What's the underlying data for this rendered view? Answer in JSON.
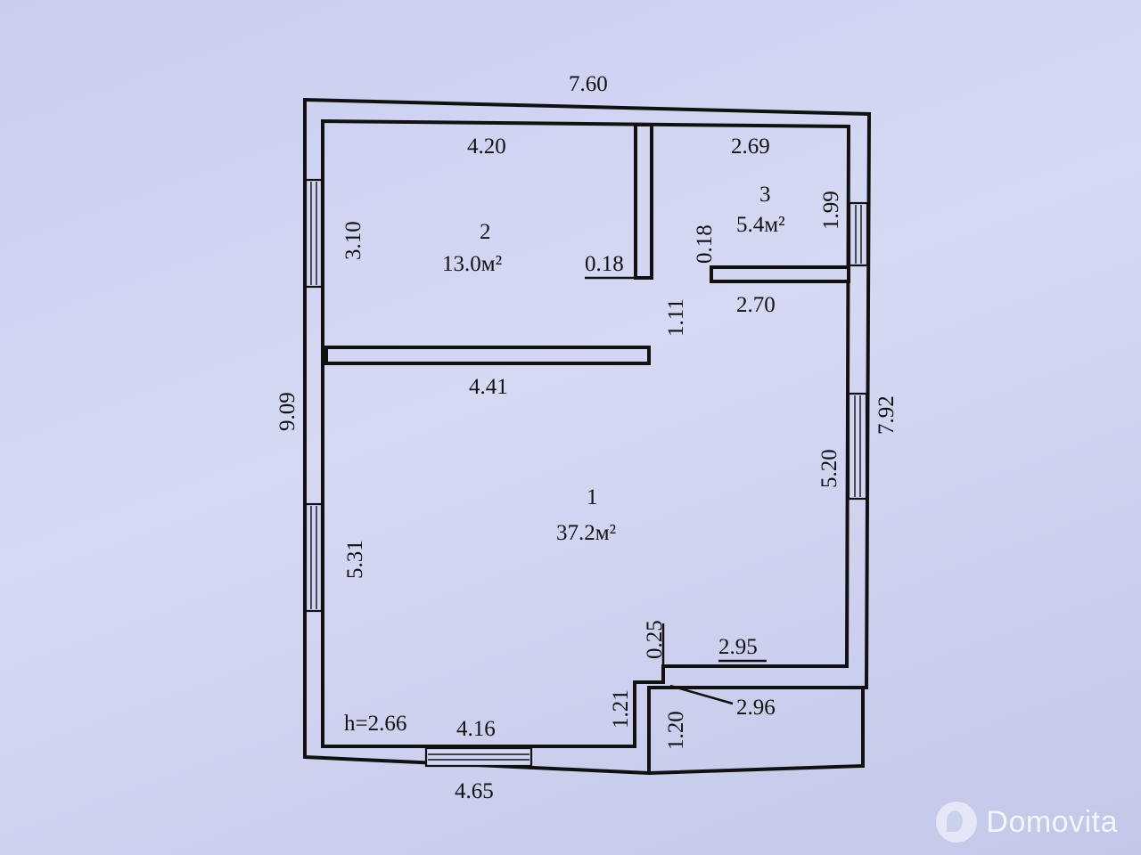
{
  "plan": {
    "outer": {
      "top_width": "7.60",
      "left_height": "9.09",
      "right_height": "7.92",
      "bottom_window_width": "4.65"
    },
    "rooms": [
      {
        "number": "1",
        "area": "37.2м²"
      },
      {
        "number": "2",
        "area": "13.0м²"
      },
      {
        "number": "3",
        "area": "5.4м²"
      }
    ],
    "dimensions": {
      "room2_width": "4.20",
      "room2_height": "3.10",
      "partition_thickness_1": "0.18",
      "room3_top_width": "2.69",
      "room3_height": "1.99",
      "partition_thickness_2": "0.18",
      "room3_bottom_width": "2.70",
      "opening_width": "1.11",
      "partition_length": "4.41",
      "right_wall_segment": "5.20",
      "left_wall_segment": "5.31",
      "step_depth": "0.25",
      "entrance_wall": "2.95",
      "entrance_offset_1": "1.21",
      "entrance_offset_2": "1.20",
      "entrance_diagonal": "2.96",
      "bottom_inner": "4.16",
      "ceiling_height": "h=2.66"
    }
  },
  "watermark": {
    "brand": "Domovita"
  }
}
